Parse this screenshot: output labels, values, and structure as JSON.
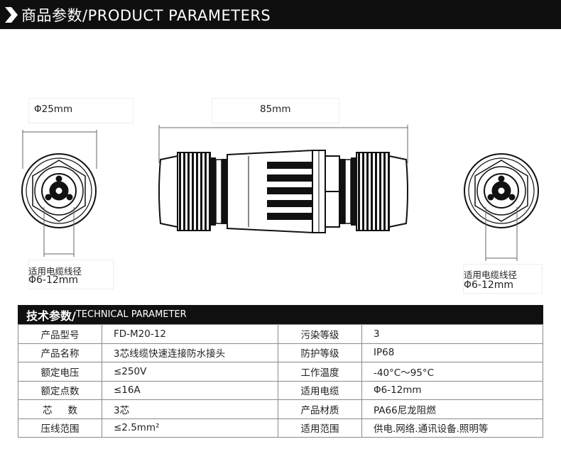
{
  "header": {
    "title": "商品参数/PRODUCT PARAMETERS"
  },
  "dimensions": {
    "diameter": "Φ25mm",
    "length": "85mm",
    "cable_left": {
      "line1": "适用电缆线径",
      "line2": "Φ6-12mm"
    },
    "cable_right": {
      "line1": "适用电缆线径",
      "line2": "Φ6-12mm"
    }
  },
  "technical": {
    "title_cn": "技术参数/",
    "title_en": "TECHNICAL PARAMETER",
    "rows": [
      {
        "label1": "产品型号",
        "value1": "FD-M20-12",
        "label2": "污染等级",
        "value2": "3"
      },
      {
        "label1": "产品名称",
        "value1": "3芯线缆快速连接防水接头",
        "label2": "防护等级",
        "value2": "IP68"
      },
      {
        "label1": "额定电压",
        "value1": "≤250V",
        "label2": "工作温度",
        "value2": "-40°C～95°C"
      },
      {
        "label1": "额定点数",
        "value1": "≤16A",
        "label2": "适用电缆",
        "value2": "Φ6-12mm"
      },
      {
        "label1": "芯数",
        "value1": "3芯",
        "label2": "产品材质",
        "value2": "PA66尼龙阻燃"
      },
      {
        "label1": "压线范围",
        "value1": "≤2.5mm²",
        "label2": "适用范围",
        "value2": "供电.网络.通讯设备.照明等"
      }
    ]
  }
}
